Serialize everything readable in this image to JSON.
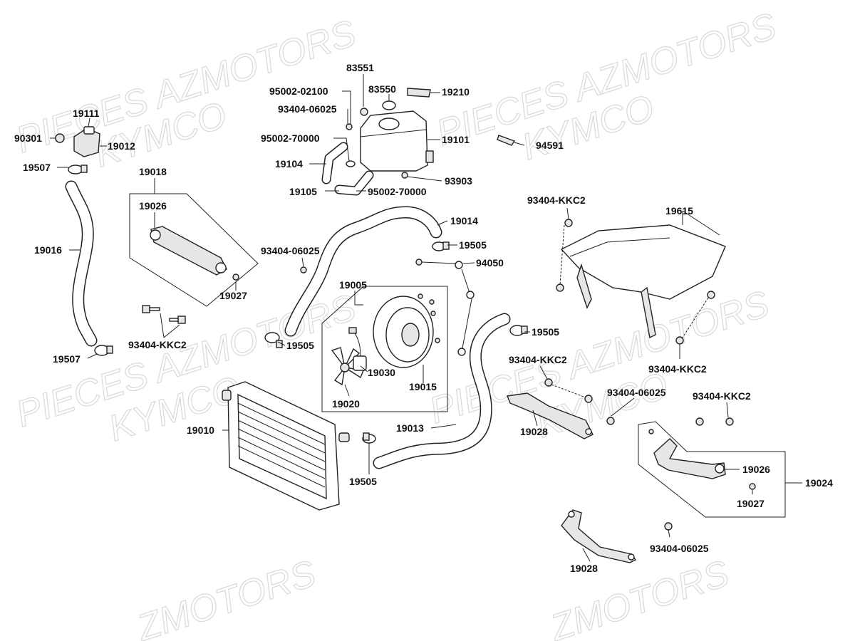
{
  "watermarks": {
    "line1": "PIECES AZMOTORS",
    "line2": "KYMCO",
    "fragment": "ZMOTORS"
  },
  "labels": {
    "p90301": "90301",
    "p19111": "19111",
    "p19012": "19012",
    "p19507_top": "19507",
    "p19018": "19018",
    "p19026_left": "19026",
    "p19016": "19016",
    "p19027_left": "19027",
    "p19507_bottom": "19507",
    "p93404_kkc2_left": "93404-KKC2",
    "p93404_06025_mid": "93404-06025",
    "p83551": "83551",
    "p83550": "83550",
    "p19210": "19210",
    "p95002_02100": "95002-02100",
    "p93404_06025_top": "93404-06025",
    "p95002_70000_a": "95002-70000",
    "p19101": "19101",
    "p94591": "94591",
    "p19104": "19104",
    "p93903": "93903",
    "p19105": "19105",
    "p95002_70000_b": "95002-70000",
    "p19014": "19014",
    "p19505_a": "19505",
    "p94050": "94050",
    "p19005": "19005",
    "p19505_b": "19505",
    "p19030": "19030",
    "p19015": "19015",
    "p19020": "19020",
    "p19505_c": "19505",
    "p19010": "19010",
    "p19013": "19013",
    "p19505_d": "19505",
    "p93404_kkc2_top_right": "93404-KKC2",
    "p19615": "19615",
    "p93404_kkc2_right": "93404-KKC2",
    "p93404_kkc2_mid_right": "93404-KKC2",
    "p93404_06025_right": "93404-06025",
    "p19028_a": "19028",
    "p93404_kkc2_far_right": "93404-KKC2",
    "p19026_right": "19026",
    "p19024": "19024",
    "p19027_right": "19027",
    "p93404_06025_bottom": "93404-06025",
    "p19028_b": "19028"
  }
}
